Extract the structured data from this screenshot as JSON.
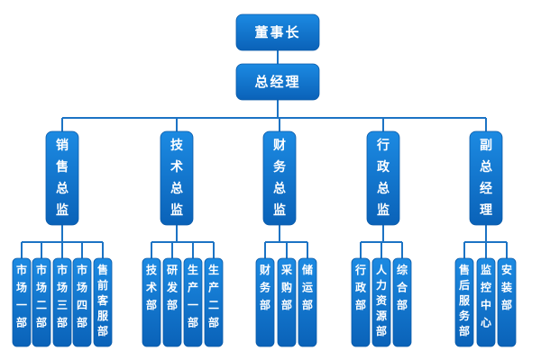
{
  "chairman": "董事长",
  "gm": "总经理",
  "divisions": [
    {
      "name": "销售总监",
      "units": [
        "市场一部",
        "市场二部",
        "市场三部",
        "市场四部",
        "售前客服部"
      ]
    },
    {
      "name": "技术总监",
      "units": [
        "技术部",
        "研发部",
        "生产一部",
        "生产二部"
      ]
    },
    {
      "name": "财务总监",
      "units": [
        "财务部",
        "采购部",
        "储运部"
      ]
    },
    {
      "name": "行政总监",
      "units": [
        "行政部",
        "人力资源部",
        "综合部"
      ]
    },
    {
      "name": "副总经理",
      "units": [
        "售后服务部",
        "监控中心",
        "安装部"
      ]
    }
  ],
  "colors": {
    "box_top": "#1c8ae2",
    "box_bottom": "#0a62b8",
    "line": "#1c73c4",
    "text": "#ffffff"
  }
}
